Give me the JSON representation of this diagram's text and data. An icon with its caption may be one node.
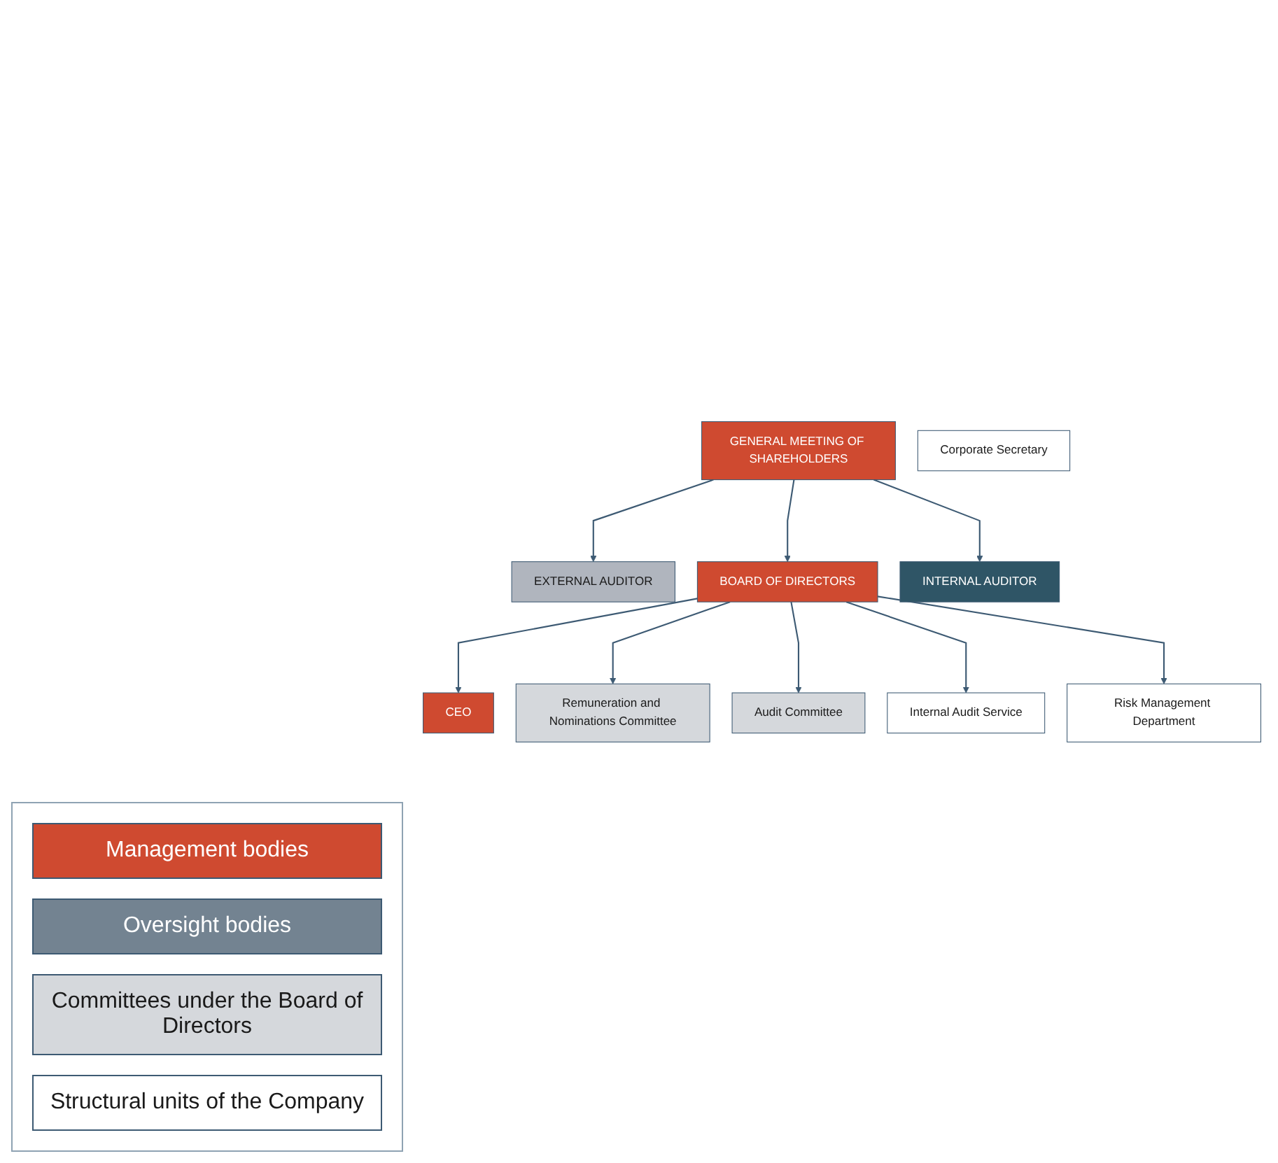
{
  "diagram": {
    "nodes": [
      {
        "text": [
          "GENERAL MEETING OF SHAREHOLDERS"
        ]
      },
      {
        "text": [
          "EXTERNAL AUDITOR"
        ]
      },
      {
        "text": [
          "INTERNAL AUDITOR"
        ]
      },
      {
        "text": [
          "BOARD OF DIRECTORS"
        ]
      },
      {
        "text": [
          "CEO"
        ]
      },
      {
        "text": [
          "Remuneration and Nominations Committee"
        ]
      },
      {
        "text": [
          "Audit Committee"
        ]
      },
      {
        "text": [
          "Internal Audit Service"
        ]
      },
      {
        "text": [
          "Risk Management Department"
        ]
      },
      {
        "text": [
          "Corporate Secretary"
        ]
      }
    ],
    "edges": [
      {
        "from": 0,
        "to": 1,
        "arrow": "to"
      },
      {
        "from": 0,
        "to": 3,
        "arrow": "to"
      },
      {
        "from": 0,
        "to": 2,
        "arrow": "to"
      },
      {
        "from": 3,
        "to": 4,
        "arrow": "to"
      },
      {
        "from": 3,
        "to": 5,
        "arrow": "to"
      },
      {
        "from": 3,
        "to": 6,
        "arrow": "to"
      },
      {
        "from": 3,
        "to": 7,
        "arrow": "to"
      },
      {
        "from": 3,
        "to": 8,
        "arrow": "to"
      }
    ],
    "legend": [
      {
        "text": "Management bodies",
        "color": "#cf4a30"
      },
      {
        "text": "Oversight bodies",
        "color": "#738391"
      },
      {
        "text": "Committees under the Board of Directors",
        "color": "#d5d8dc"
      },
      {
        "text": "Structural units of the Company",
        "color": "#ffffff"
      }
    ]
  }
}
